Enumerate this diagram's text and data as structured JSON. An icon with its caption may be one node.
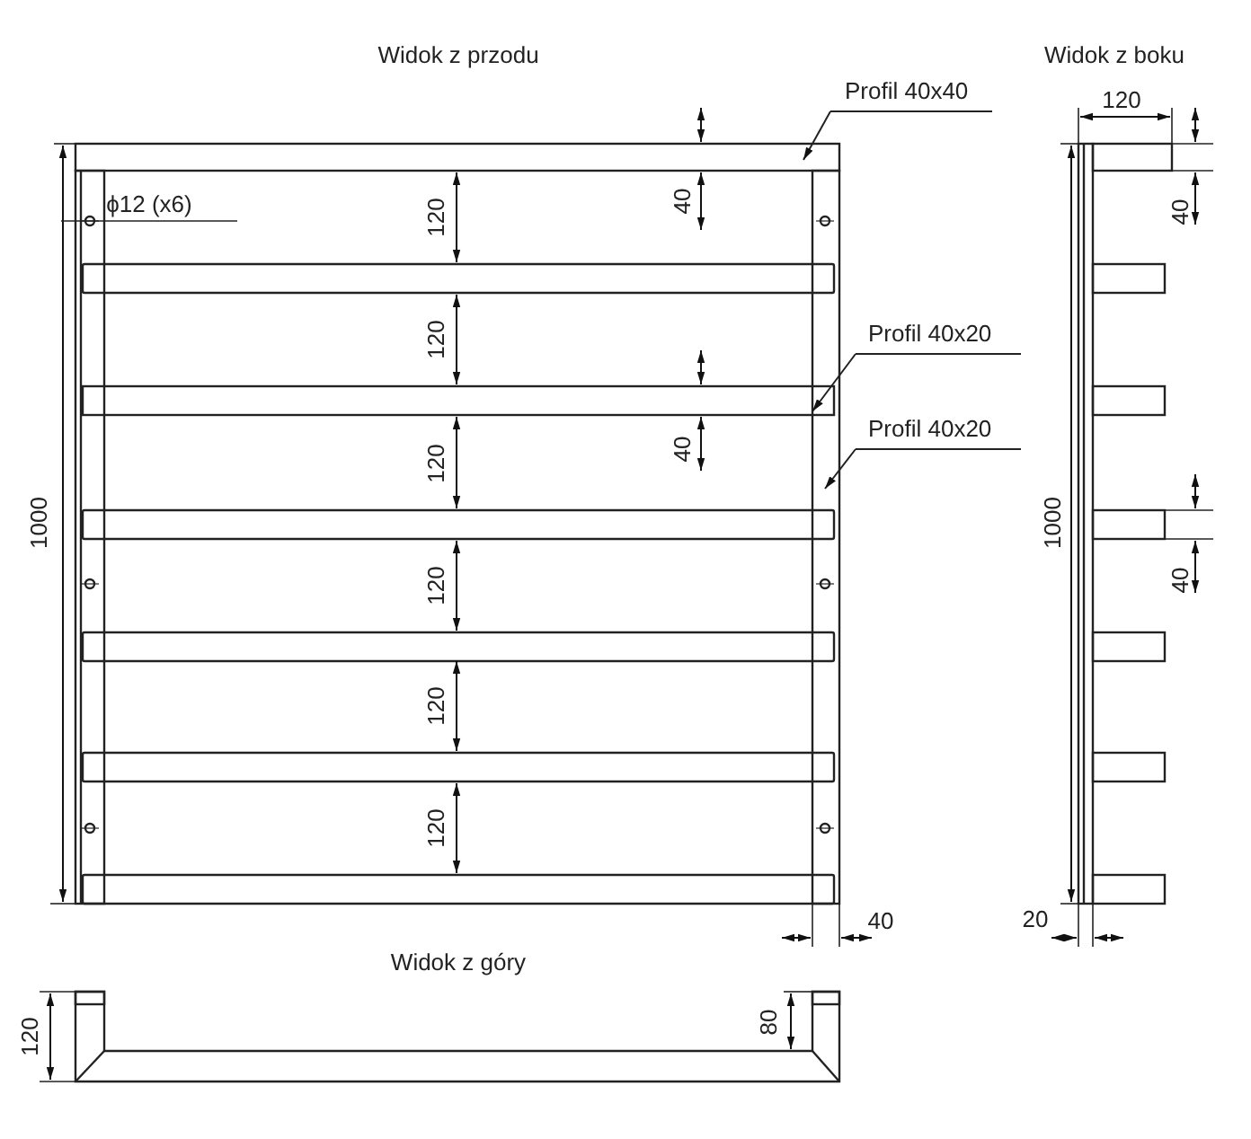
{
  "diagram": {
    "nodes": [
      {
        "text": [
          "Profil 40x40"
        ]
      },
      {
        "text": [],
        "shape": "bar"
      },
      {
        "text": [
          "Profil 40x20"
        ]
      },
      {
        "text": [],
        "shape": "bar"
      },
      {
        "text": [
          "Profil 40x20"
        ]
      },
      {
        "text": [],
        "shape": "bar"
      }
    ],
    "edges": [
      {
        "from": 0,
        "to": 1,
        "arrow": "to"
      },
      {
        "from": 2,
        "to": 3,
        "arrow": "to"
      },
      {
        "from": 4,
        "to": 5,
        "arrow": "to"
      }
    ],
    "labels": [
      "Widok z przodu",
      "Widok z boku",
      "120",
      "ϕ12 (x6)",
      "120",
      "40",
      "40",
      "120",
      "40",
      "120",
      "1000",
      "1000",
      "40",
      "120",
      "120",
      "120",
      "40",
      "20",
      "Widok z góry",
      "120",
      "80"
    ]
  }
}
